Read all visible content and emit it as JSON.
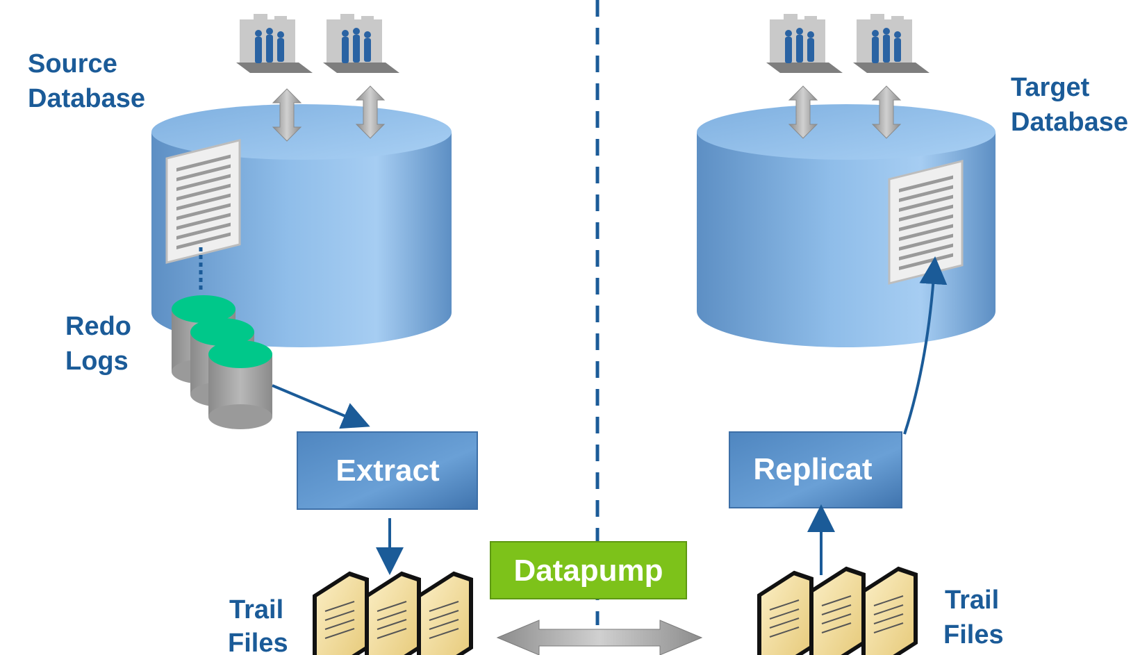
{
  "source_db": {
    "label_line1": "Source",
    "label_line2": "Database"
  },
  "target_db": {
    "label_line1": "Target",
    "label_line2": "Database"
  },
  "redo_logs": {
    "label_line1": "Redo",
    "label_line2": "Logs"
  },
  "extract": {
    "label": "Extract"
  },
  "replicat": {
    "label": "Replicat"
  },
  "datapump": {
    "label": "Datapump"
  },
  "source_trail": {
    "label_line1": "Trail",
    "label_line2": "Files"
  },
  "target_trail": {
    "label_line1": "Trail",
    "label_line2": "Files"
  },
  "icons": [
    "users-building-icon",
    "double-arrow-icon",
    "document-icon",
    "disk-stack-icon",
    "trail-file-icon"
  ],
  "colors": {
    "label": "#1b5b98",
    "cylinder": "#6fa2d6",
    "process_box": "#5a8fc8",
    "datapump_box": "#7dc21a",
    "redo_top": "#00c88a",
    "trail_file": "#f2dd9a",
    "divider": "#1b5b98"
  }
}
